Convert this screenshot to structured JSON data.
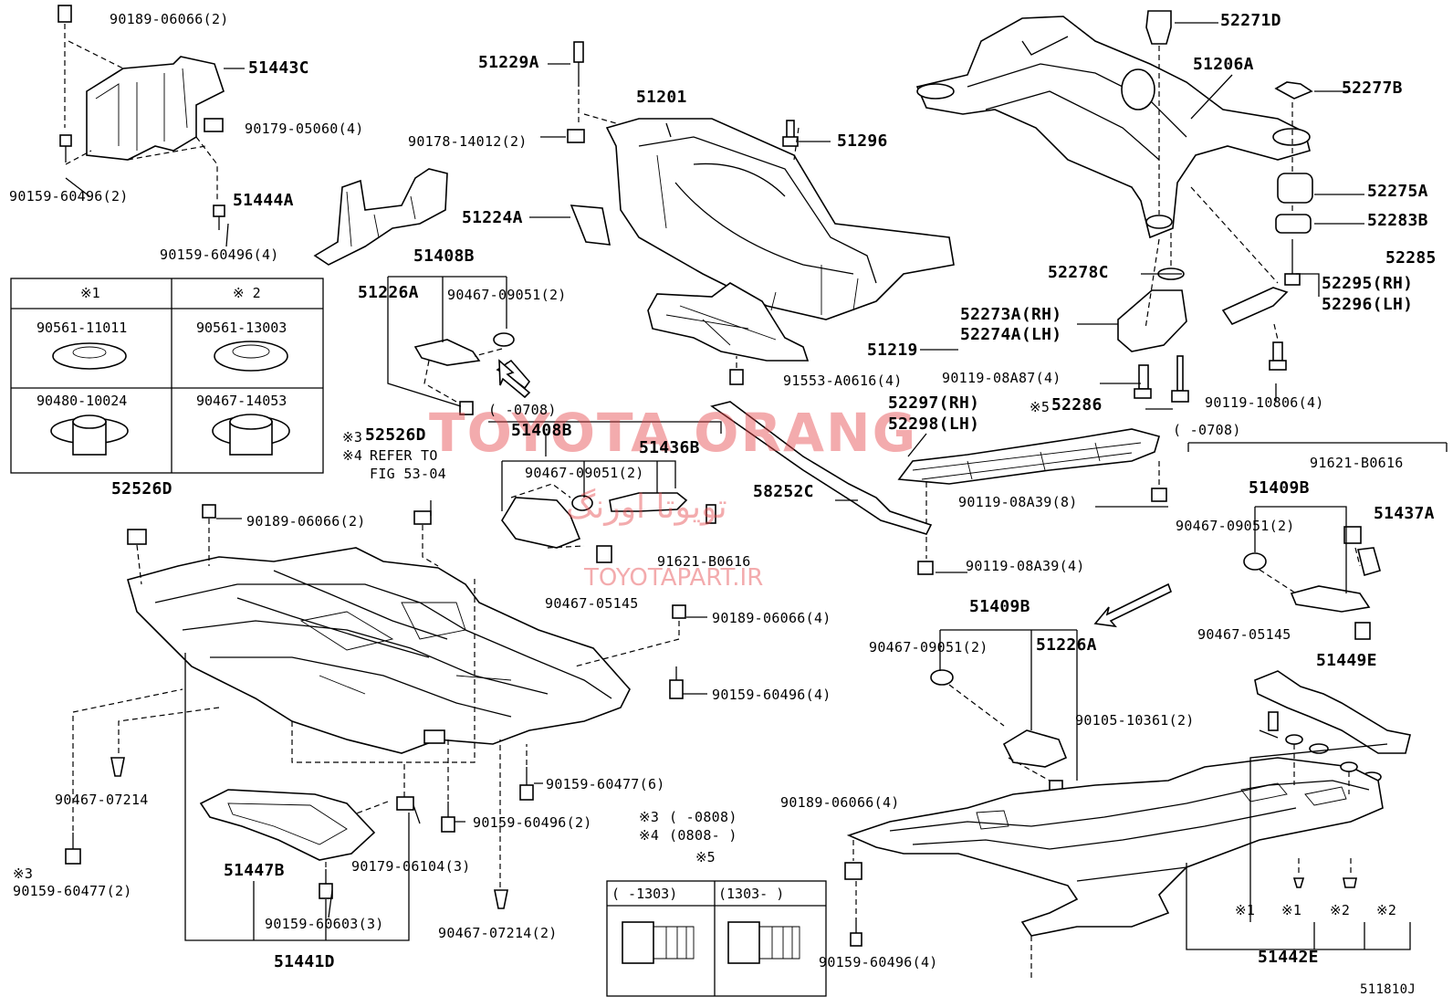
{
  "diagram_code": "511810J",
  "watermark": {
    "brand": "TOYOTA ORANG",
    "arabic": "تویوتا اورنگ",
    "url": "TOYOTAPART.IR"
  },
  "table": {
    "h1": "※1",
    "h2": "※ 2",
    "r1c1": "90561-11011",
    "r1c2": "90561-13003",
    "r2c1": "90480-10024",
    "r2c2": "90467-14053"
  },
  "footnote_table": {
    "title": "※5",
    "col1": "(     -1303)",
    "col2": "(1303-      )"
  },
  "labels": {
    "l01": "90189-06066(2)",
    "l02": "51443C",
    "l03": "90179-05060(4)",
    "l04": "90159-60496(2)",
    "l05": "51444A",
    "l06": "90159-60496(4)",
    "l07": "51229A",
    "l08": "51201",
    "l09": "90178-14012(2)",
    "l10": "51296",
    "l11": "51224A",
    "l12": "52271D",
    "l13": "51206A",
    "l14": "52277B",
    "l15": "52275A",
    "l16": "52283B",
    "l17": "52285",
    "l18": "52295(RH)",
    "l19": "52296(LH)",
    "l20": "52278C",
    "l21": "52273A(RH)",
    "l22": "52274A(LH)",
    "l23": "90119-08A87(4)",
    "l24": "※5",
    "l25": "52286",
    "l26": "90119-10806(4)",
    "l27": "51408B",
    "l28": "51226A",
    "l29": "90467-09051(2)",
    "l30": "51219",
    "l31": "91553-A0616(4)",
    "l32": "(    -0708)",
    "l33": "52297(RH)",
    "l34": "52298(LH)",
    "l35": "(    -0708)",
    "l36": "※3",
    "l37": "52526D",
    "l38": "※4",
    "l39": "REFER TO",
    "l40": "FIG 53-04",
    "l41": "51408B",
    "l42": "51436B",
    "l43": "90467-09051(2)",
    "l44": "58252C",
    "l45": "91621-B0616",
    "l46": "90467-05145",
    "l47": "90119-08A39(8)",
    "l48": "91621-B0616",
    "l49": "51409B",
    "l50": "51437A",
    "l51": "90467-09051(2)",
    "l52": "52526D",
    "l53": "90189-06066(2)",
    "l54": "90119-08A39(4)",
    "l55": "51409B",
    "l56": "90467-09051(2)",
    "l57": "51226A",
    "l58": "90467-05145",
    "l59": "51449E",
    "l60": "90189-06066(4)",
    "l61": "90159-60496(4)",
    "l62": "90105-10361(2)",
    "l63": "90467-07214",
    "l64": "90159-60477(6)",
    "l65": "90159-60496(2)",
    "l66": "※3",
    "l67": "(     -0808)",
    "l68": "※4",
    "l69": "(0808-      )",
    "l70": "90189-06066(4)",
    "l71": "51447B",
    "l72": "90179-06104(3)",
    "l73": "※3",
    "l74": "90159-60477(2)",
    "l75": "90159-60603(3)",
    "l76": "90467-07214(2)",
    "l77": "51441D",
    "l78": "90159-60496(4)",
    "l79": "※1",
    "l80": "※1",
    "l81": "※2",
    "l82": "※2",
    "l83": "51442E"
  }
}
